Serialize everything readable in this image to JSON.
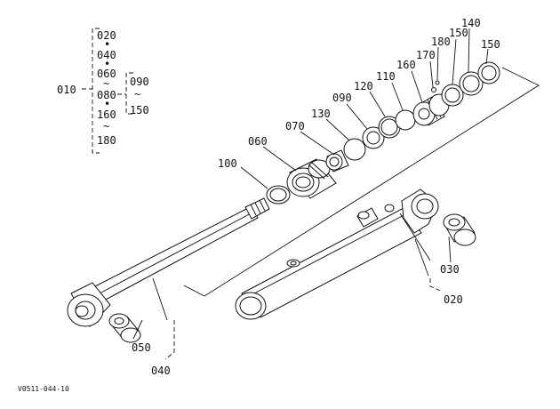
{
  "labels": {
    "p020": "020",
    "p040": "040",
    "p060": "060",
    "p080": "080",
    "p160": "160",
    "p180": "180",
    "p010": "010",
    "p090": "090",
    "p150": "150",
    "c150a": "150",
    "c140": "140",
    "c150b": "150",
    "c180": "180",
    "c170": "170",
    "c160": "160",
    "c110": "110",
    "c120": "120",
    "c090": "090",
    "c130": "130",
    "c070": "070",
    "c060": "060",
    "c100": "100",
    "c030": "030",
    "c020": "020",
    "c050": "050",
    "c040": "040"
  },
  "symbols": {
    "dot": "•",
    "tilde": "~"
  },
  "figure_code": "V0511-044-10"
}
